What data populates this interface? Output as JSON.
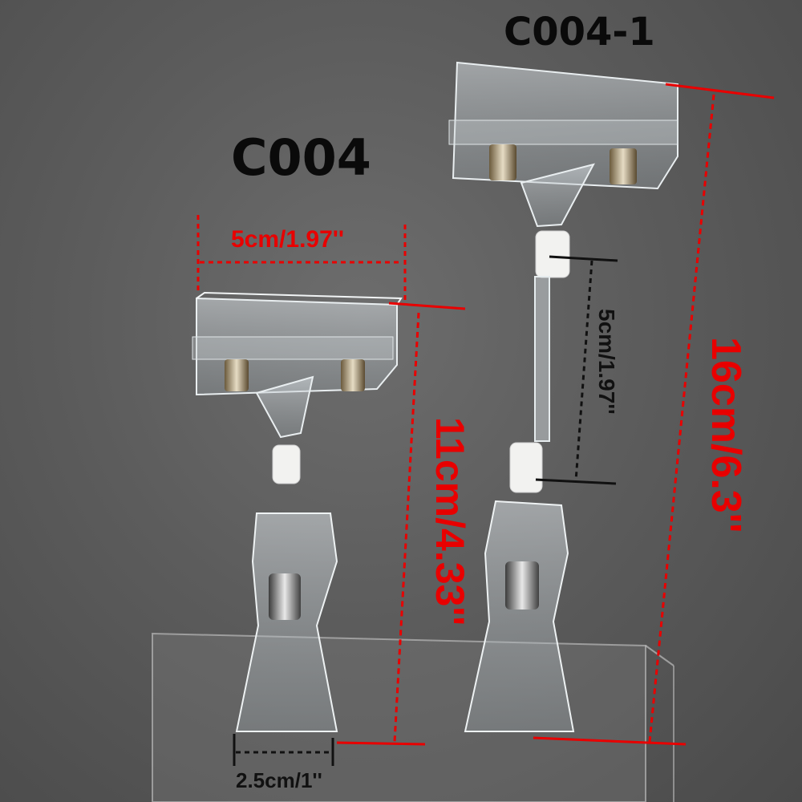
{
  "models": {
    "left": "C004",
    "right": "C004-1"
  },
  "dimensions": {
    "head_width": "5cm/1.97''",
    "c004_height": "11cm/4.33''",
    "c004_1_height": "16cm/6.3''",
    "extension_rod": "5cm/1.97''",
    "clip_width": "2.5cm/1''"
  },
  "colors": {
    "background": "#5f5f5f",
    "dimension_red": "#e80000",
    "label_black": "#0a0a0a"
  }
}
